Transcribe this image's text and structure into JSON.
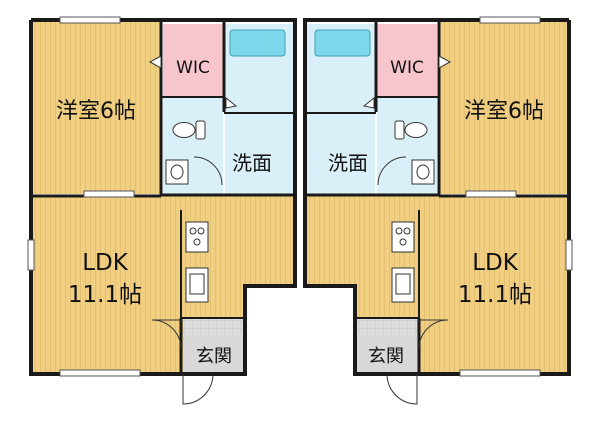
{
  "units": [
    {
      "bedroom": {
        "name": "洋室6帖"
      },
      "closet": {
        "name": "WIC"
      },
      "washroom": {
        "name": "洗面"
      },
      "ldk": {
        "name": "LDK",
        "size": "11.1帖"
      },
      "entrance": {
        "name": "玄関"
      }
    },
    {
      "bedroom": {
        "name": "洋室6帖"
      },
      "closet": {
        "name": "WIC"
      },
      "washroom": {
        "name": "洗面"
      },
      "ldk": {
        "name": "LDK",
        "size": "11.1帖"
      },
      "entrance": {
        "name": "玄関"
      }
    }
  ],
  "colors": {
    "floor_wood": "#f0cf82",
    "floor_grain": "#e2bd6a",
    "closet": "#f6c6cc",
    "wet_area": "#d9f0f8",
    "bathtub": "#7ed8ec",
    "entrance_tile": "#d8d8d8",
    "wall": "#1a1a1a"
  }
}
